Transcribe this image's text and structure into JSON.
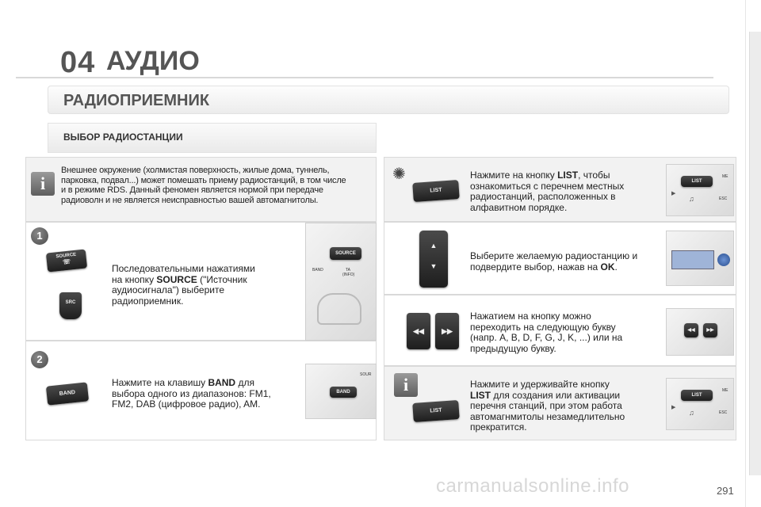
{
  "chapter": {
    "number": "04",
    "title": "АУДИО"
  },
  "section": {
    "title": "РАДИОПРИЕМНИК"
  },
  "subsection": {
    "title": "ВЫБОР РАДИОСТАНЦИИ"
  },
  "info_note": {
    "line1": "Внешнее окружение (холмистая поверхность, жилые дома, туннель,",
    "line2": "парковка, подвал...) может помешать приему радиостанций, в том числе",
    "line3": "и в режиме RDS. Данный феномен является нормой при передаче",
    "line4": "радиоволн и не является неисправностью вашей автомагнитолы."
  },
  "step1": {
    "badge": "1",
    "line1": "Последовательными нажатиями",
    "line2_pre": "на кнопку ",
    "line2_bold": "SOURCE",
    "line2_post": " (\"Источник",
    "line3": "аудиосигнала\") выберите",
    "line4": "радиоприемник.",
    "button1": "SOURCE",
    "button2": "SRC",
    "photo_labels": {
      "source": "SOURCE",
      "band": "BAND",
      "ta": "TA",
      "info": "(INFO)"
    }
  },
  "step2": {
    "badge": "2",
    "line1_pre": "Нажмите на клавишу ",
    "line1_bold": "BAND",
    "line1_post": " для",
    "line2": "выбора одного из диапазонов: FM1,",
    "line3": "FM2, DAB (цифровое радио), AM.",
    "button": "BAND",
    "photo_labels": {
      "band": "BAND",
      "sour": "SOUR"
    }
  },
  "tip_list": {
    "line1_pre": "Нажмите на кнопку ",
    "line1_bold": "LIST",
    "line1_post": ", чтобы",
    "line2": "ознакомиться с перечнем местных",
    "line3": "радиостанций, расположенных в",
    "line4": "алфавитном порядке.",
    "button": "LIST",
    "photo_labels": {
      "list": "LIST",
      "me": "ME",
      "esc": "ESC"
    }
  },
  "select_station": {
    "line1": "Выберите желаемую радиостанцию и",
    "line2_pre": "подвердите выбор, нажав на ",
    "line2_bold": "OK",
    "line2_post": "."
  },
  "letter_nav": {
    "line1": "Нажатием на кнопку можно",
    "line2": "переходить на следующую букву",
    "line3": "(напр. A, B, D, F, G, J, K, ...) или на",
    "line4": "предыдущую букву."
  },
  "list_hold": {
    "line1": "Нажмите и удерживайте кнопку",
    "line2_bold": "LIST",
    "line2_post": " для создания или активации",
    "line3": "перечня станций, при этом работа",
    "line4": "автомагнмитолы незамедлительно",
    "line5": "прекратится.",
    "button": "LIST",
    "photo_labels": {
      "list": "LIST",
      "me": "ME",
      "esc": "ESC"
    }
  },
  "footer": {
    "watermark": "carmanualsonline.info",
    "page": "291"
  },
  "colors": {
    "accent_gray": "#555555",
    "panel_gray": "#f2f2f2",
    "button_dark": "#2a2a2a",
    "icon_blue": "#3a6db5"
  }
}
